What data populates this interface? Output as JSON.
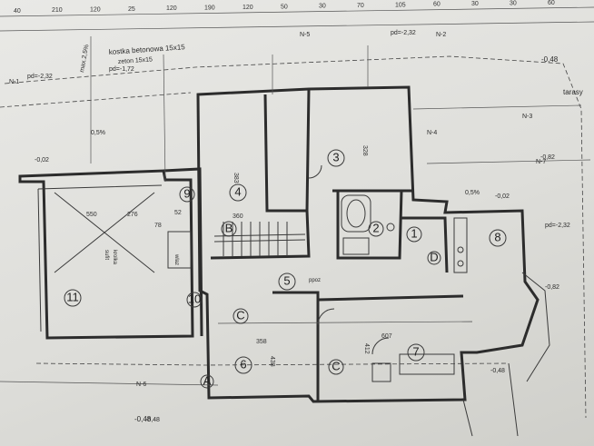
{
  "top_dims": [
    "40",
    "210",
    "120",
    "25",
    "120",
    "190",
    "120",
    "50",
    "30",
    "70",
    "105",
    "60",
    "30",
    "30",
    "60"
  ],
  "annotations": {
    "terrace": "kostka betonowa 15x15",
    "terrace_sub": "zeton 15x15",
    "slope_main": "max.2,5%",
    "slope_a": "0,5%",
    "slope_b": "0,5%",
    "sections": [
      "N-1",
      "N-2",
      "N-3",
      "N-4",
      "N-5",
      "N-6",
      "N-7"
    ],
    "levels": [
      "pd=-2,32",
      "pd=-1,72",
      "pd=-2,32",
      "-0,82",
      "pd=-2,32",
      "-0,82",
      "-0,48",
      "-0,48",
      "-0,02",
      "-0,02"
    ],
    "labels": [
      "sufit",
      "krolka",
      "wlaz",
      "ppoz"
    ],
    "right_label": "tarasy",
    "top_right": "-0,48",
    "bottom_left": "-0,48",
    "axis": "A"
  },
  "rooms": {
    "r1": "1",
    "r2": "2",
    "r3": "3",
    "r4": "4",
    "r5": "5",
    "r6": "6",
    "r7": "7",
    "r8": "8",
    "r9": "9",
    "r10": "10",
    "r11": "11",
    "rB": "B",
    "rC1": "C",
    "rC2": "C",
    "rD": "D"
  },
  "room_dims": {
    "r11_w": "550",
    "r11_h": "276",
    "r4_w": "360",
    "r4_h": "383",
    "r3_h": "328",
    "r6_w": "358",
    "r6_h": "438",
    "r7_w": "607",
    "r7_h": "412",
    "r9_w": "52",
    "r9_h": "78"
  }
}
